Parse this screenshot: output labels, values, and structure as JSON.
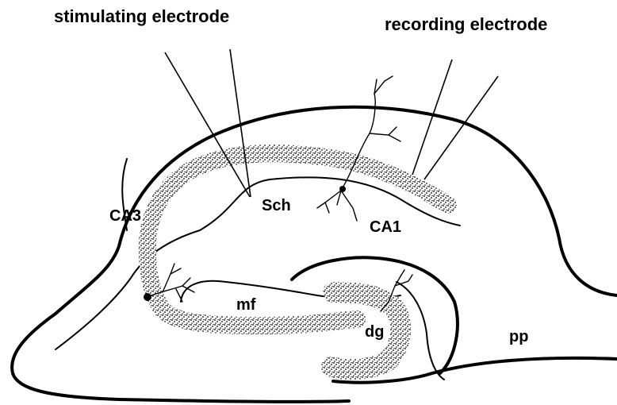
{
  "labels": {
    "stimulating_electrode": "stimulating electrode",
    "recording_electrode": "recording electrode",
    "ca3": "CA3",
    "sch": "Sch",
    "ca1": "CA1",
    "mf": "mf",
    "dg": "dg",
    "pp": "pp"
  }
}
